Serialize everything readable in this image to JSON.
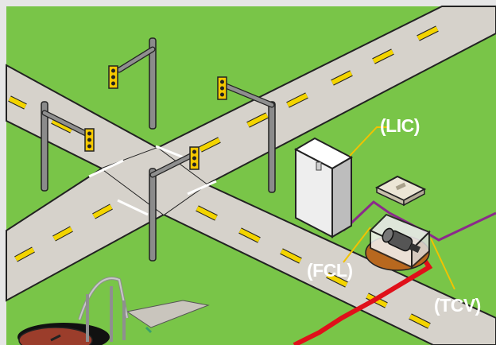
{
  "labels": {
    "lic": "(LIC)",
    "fcl": "(FCL)",
    "tcv": "(TCV)"
  },
  "colors": {
    "grass": "#79c548",
    "road": "#d6d2cb",
    "road_edge": "#222222",
    "lane_dash": "#f3d400",
    "callout_line": "#f2c200",
    "cable_purple": "#8b2a8b",
    "cable_red": "#e0101a",
    "signal_yellow": "#f5c800",
    "cabinet": "#eeeeee",
    "frame": "#e6e6e6"
  }
}
